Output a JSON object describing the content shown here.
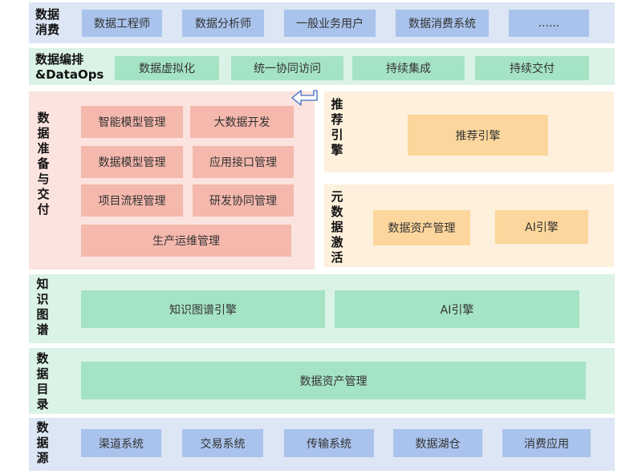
{
  "consume": {
    "label": "数据\n消费",
    "items": [
      "数据工程师",
      "数据分析师",
      "一般业务用户",
      "数据消费系统",
      "......"
    ]
  },
  "dataops": {
    "label": "数据编排\n&DataOps",
    "items": [
      "数据虚拟化",
      "统一协同访问",
      "持续集成",
      "持续交付"
    ]
  },
  "prep": {
    "label": "数\n据\n准\n备\n与\n交\n付",
    "items": [
      "智能模型管理",
      "大数据开发",
      "数据模型管理",
      "应用接口管理",
      "项目流程管理",
      "研发协同管理",
      "生产运维管理"
    ]
  },
  "recommend": {
    "label": "推\n荐\n引\n擎",
    "items": [
      "推荐引擎"
    ]
  },
  "metadata": {
    "label": "元\n数\n据\n激\n活",
    "items": [
      "数据资产管理",
      "AI引擎"
    ]
  },
  "knowledge": {
    "label": "知\n识\n图\n谱",
    "items": [
      "知识图谱引擎",
      "AI引擎"
    ]
  },
  "catalog": {
    "label": "数\n据\n目\n录",
    "items": [
      "数据资产管理"
    ]
  },
  "source": {
    "label": "数\n据\n源",
    "items": [
      "渠道系统",
      "交易系统",
      "传输系统",
      "数据湖仓",
      "消费应用"
    ]
  }
}
